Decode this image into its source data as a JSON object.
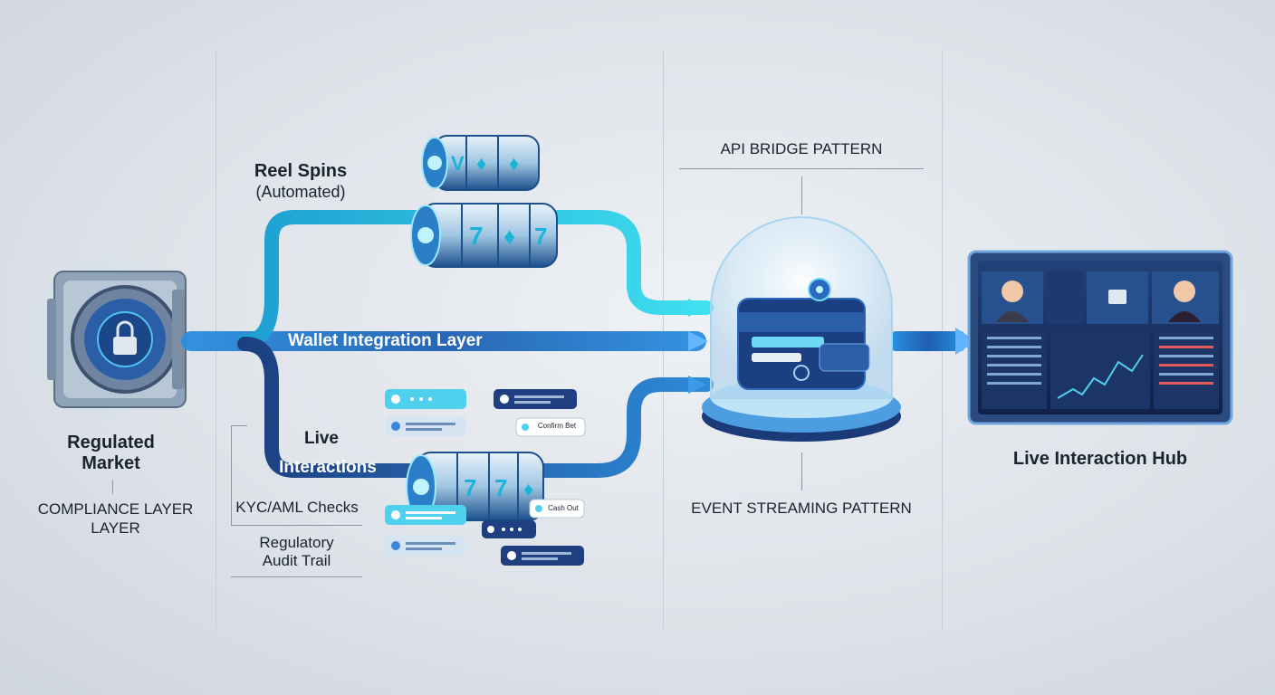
{
  "market": {
    "title": "Regulated Market",
    "compliance": "COMPLIANCE LAYER LAYER"
  },
  "reel": {
    "title": "Reel Spins",
    "subtitle": "(Automated)"
  },
  "wallet": {
    "label": "Wallet Integration Layer"
  },
  "live": {
    "title": "Live",
    "interactions": "Interactions"
  },
  "checks": {
    "kyc": "KYC/AML Checks",
    "audit_line1": "Regulatory",
    "audit_line2": "Audit Trail"
  },
  "chat": {
    "confirm": "Confirm Bet",
    "cashout": "Cash Out"
  },
  "patterns": {
    "api": "API BRIDGE PATTERN",
    "event": "EVENT STREAMING PATTERN"
  },
  "hub": {
    "title": "Live Interaction Hub"
  },
  "colors": {
    "cyan": "#27c3e0",
    "blue": "#1f5fb0",
    "navy": "#1c3f80",
    "dark": "#1a2330"
  }
}
